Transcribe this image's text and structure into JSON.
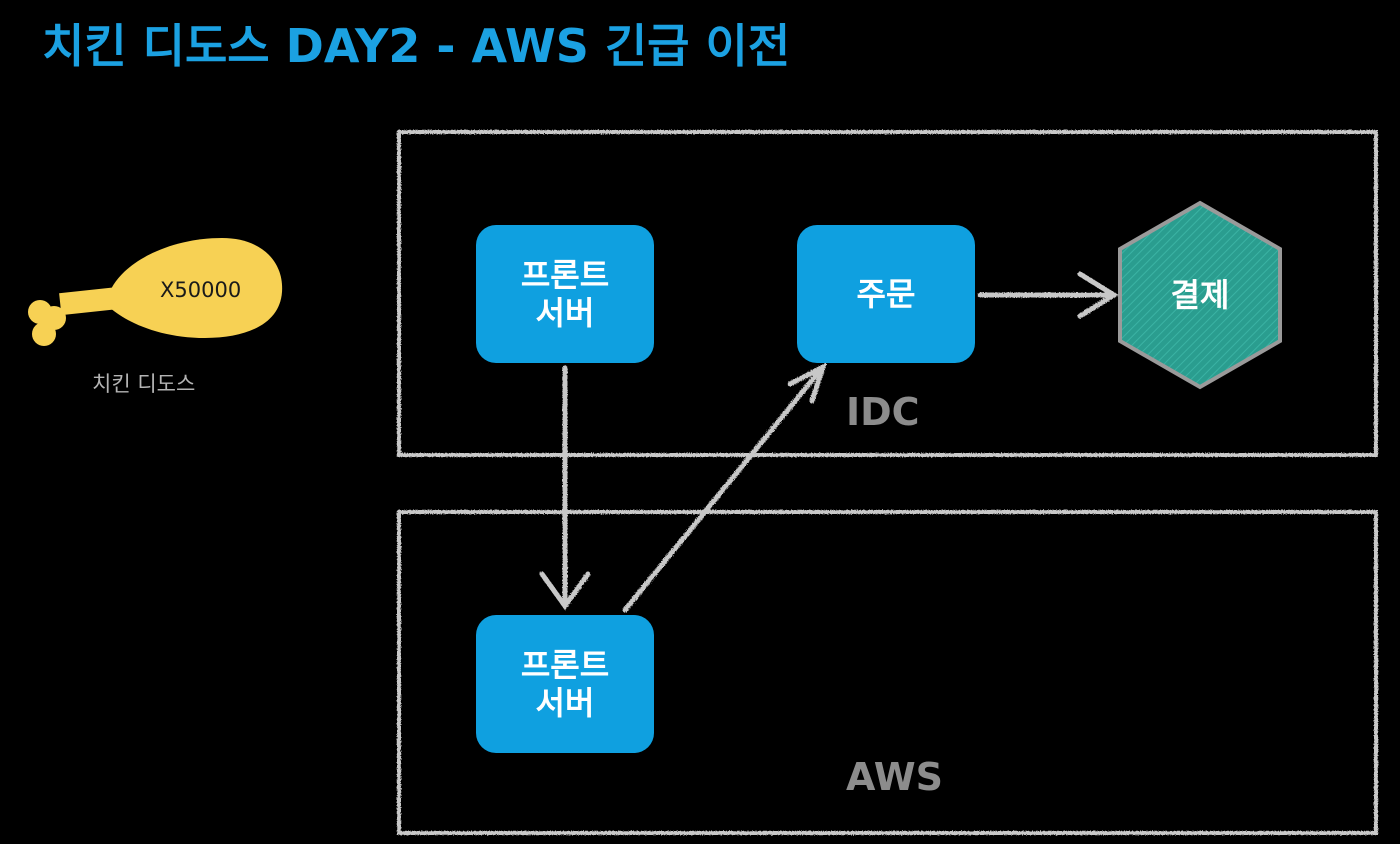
{
  "title": "치킨 디도스 DAY2 - AWS 긴급 이전",
  "colors": {
    "title": "#1ba1e2",
    "node_fill": "#0fa0e0",
    "payment_fill": "#2a9d8f",
    "payment_border": "#9a9a9a",
    "chalk": "#c8c8c8",
    "zone_label": "#8c8c8c",
    "chicken": "#f7d154"
  },
  "chicken": {
    "icon": "chicken-drumstick-icon",
    "count": "X50000",
    "caption": "치킨 디도스"
  },
  "zones": {
    "idc": {
      "label": "IDC"
    },
    "aws": {
      "label": "AWS"
    }
  },
  "nodes": {
    "front_idc": {
      "line1": "프론트",
      "line2": "서버"
    },
    "order": {
      "label": "주문"
    },
    "payment": {
      "label": "결제",
      "shape": "hexagon"
    },
    "front_aws": {
      "line1": "프론트",
      "line2": "서버"
    }
  },
  "edges": [
    {
      "from": "front_idc",
      "to": "front_aws"
    },
    {
      "from": "front_aws",
      "to": "order"
    },
    {
      "from": "order",
      "to": "payment"
    }
  ]
}
